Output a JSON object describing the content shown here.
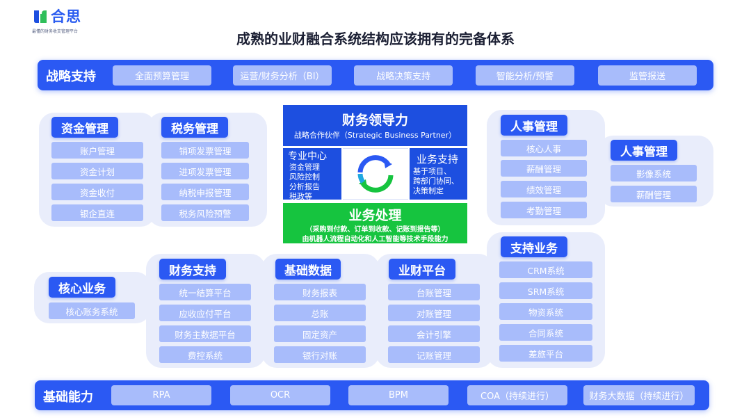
{
  "logo": {
    "name": "合思",
    "tagline": "最懂的财务收支管理平台"
  },
  "title": "成熟的业财融合系统结构应该拥有的完备体系",
  "strategy": {
    "label": "战略支持",
    "items": [
      "全面预算管理",
      "运营/财务分析（BI）",
      "战略决策支持",
      "智能分析/预警",
      "监管报送"
    ]
  },
  "foundation": {
    "label": "基础能力",
    "items": [
      "RPA",
      "OCR",
      "BPM",
      "COA（持续进行）",
      "财务大数据（持续进行）"
    ]
  },
  "fund": {
    "title": "资金管理",
    "items": [
      "账户管理",
      "资金计划",
      "资金收付",
      "银企直连"
    ]
  },
  "tax": {
    "title": "税务管理",
    "items": [
      "销项发票管理",
      "进项发票管理",
      "纳税申报管理",
      "税务风险预警"
    ]
  },
  "leadership": {
    "title": "财务领导力",
    "subtitle": "战略合作伙伴（Strategic Business Partner）"
  },
  "specialist": {
    "title": "专业中心",
    "items": [
      "资金管理",
      "风险控制",
      "分析报告",
      "税政等"
    ]
  },
  "business_support": {
    "title": "业务支持",
    "items": [
      "基于项目、",
      "跨部门协同、",
      "决策制定"
    ]
  },
  "processing": {
    "title": "业务处理",
    "line1": "（采购到付款、订单到收款、记账到报告等）",
    "line2": "由机器人流程自动化和人工智能等技术手段能力"
  },
  "hr": {
    "title": "人事管理",
    "items": [
      "核心人事",
      "薪酬管理",
      "绩效管理",
      "考勤管理"
    ]
  },
  "hr2": {
    "title": "人事管理",
    "items": [
      "影像系统",
      "薪酬管理"
    ]
  },
  "core": {
    "title": "核心业务",
    "items": [
      "核心账务系统"
    ]
  },
  "finance_support": {
    "title": "财务支持",
    "items": [
      "统一结算平台",
      "应收应付平台",
      "财务主数据平台",
      "费控系统"
    ]
  },
  "base_data": {
    "title": "基础数据",
    "items": [
      "财务报表",
      "总账",
      "固定资产",
      "银行对账"
    ]
  },
  "biz_fin": {
    "title": "业财平台",
    "items": [
      "台账管理",
      "对账管理",
      "会计引擎",
      "记账管理"
    ]
  },
  "support_biz": {
    "title": "支持业务",
    "items": [
      "CRM系统",
      "SRM系统",
      "物资系统",
      "合同系统",
      "差旅平台"
    ]
  },
  "colors": {
    "primary": "#2b59f3",
    "pill": "#a8bcfb",
    "panel": "#e9edfb",
    "green": "#16c43f"
  }
}
